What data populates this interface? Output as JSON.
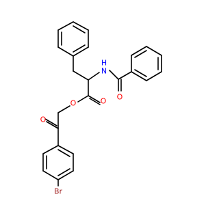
{
  "molecule": {
    "colors": {
      "bond": "#000000",
      "oxygen": "#ff0000",
      "nitrogen": "#0000ff",
      "bromine": "#a52a2a"
    },
    "atoms": [
      {
        "id": "o_ester_carbonyl",
        "label": "O",
        "element": "oxygen"
      },
      {
        "id": "o_ester",
        "label": "O",
        "element": "oxygen"
      },
      {
        "id": "o_ketone",
        "label": "O",
        "element": "oxygen"
      },
      {
        "id": "o_amide",
        "label": "O",
        "element": "oxygen"
      },
      {
        "id": "n_amide",
        "label": "N",
        "element": "nitrogen"
      },
      {
        "id": "h_amide",
        "label": "H",
        "element": "nitrogen"
      },
      {
        "id": "br",
        "label": "Br",
        "element": "bromine"
      }
    ]
  }
}
